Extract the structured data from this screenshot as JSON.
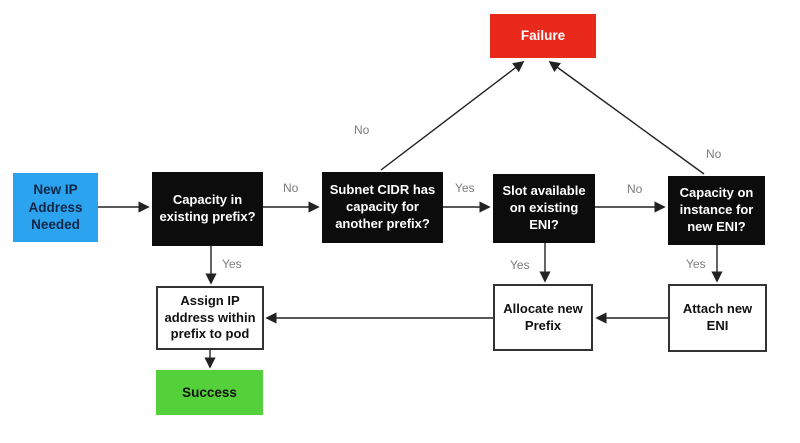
{
  "nodes": {
    "start": {
      "label": "New IP Address Needed"
    },
    "capacity_prefix": {
      "label": "Capacity in existing prefix?"
    },
    "subnet_cidr": {
      "label": "Subnet CIDR has capacity for another prefix?"
    },
    "slot_eni": {
      "label": "Slot available on existing ENI?"
    },
    "capacity_eni": {
      "label": "Capacity on instance for new ENI?"
    },
    "failure": {
      "label": "Failure"
    },
    "assign_ip": {
      "label": "Assign IP address within prefix to pod"
    },
    "allocate_prefix": {
      "label": "Allocate new Prefix"
    },
    "attach_eni": {
      "label": "Attach new ENI"
    },
    "success": {
      "label": "Success"
    }
  },
  "edge_labels": {
    "no_capacity_to_subnet": "No",
    "yes_subnet_to_slot": "Yes",
    "no_slot_to_capacityeni": "No",
    "yes_capacity_to_assign": "Yes",
    "yes_slot_to_allocate": "Yes",
    "yes_capacityeni_to_attach": "Yes",
    "no_subnet_to_failure": "No",
    "no_capacityeni_to_failure": "No"
  },
  "colors": {
    "start_bg": "#2BA3EE",
    "start_text": "#0E2747",
    "decision_bg": "#0C0C0C",
    "decision_text": "#FFFFFF",
    "failure_bg": "#E8291C",
    "failure_text": "#FFFFFF",
    "success_bg": "#54D13A",
    "success_text": "#111111",
    "process_bg": "#FFFFFF",
    "process_border": "#333333",
    "arrow": "#222222",
    "edge_label_text": "#7C7C7C",
    "background": "#FFFFFF"
  }
}
